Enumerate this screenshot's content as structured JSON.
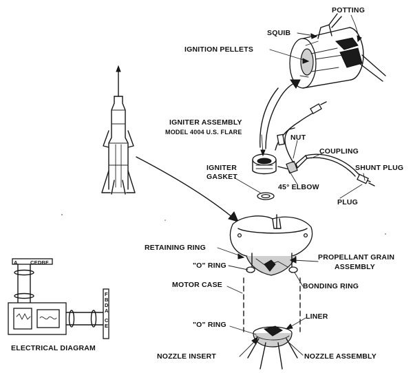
{
  "labels": {
    "potting": "POTTING",
    "squib": "SQUIB",
    "ignition_pellets": "IGNITION PELLETS",
    "igniter_assembly": "IGNITER ASSEMBLY",
    "igniter_model": "MODEL 4004 U.S. FLARE",
    "nut": "NUT",
    "coupling": "COUPLING",
    "igniter_gasket_1": "IGNITER",
    "igniter_gasket_2": "GASKET",
    "elbow": "45° ELBOW",
    "shunt_plug": "SHUNT PLUG",
    "plug": "PLUG",
    "retaining_ring": "RETAINING RING",
    "o_ring_top": "\"O\" RING",
    "propellant_1": "PROPELLANT GRAIN",
    "propellant_2": "ASSEMBLY",
    "motor_case": "MOTOR CASE",
    "bonding_ring": "BONDING RING",
    "liner": "LINER",
    "o_ring_bottom": "\"O\" RING",
    "nozzle_insert": "NOZZLE INSERT",
    "nozzle_assembly": "NOZZLE ASSEMBLY",
    "electrical_diagram": "ELECTRICAL DIAGRAM"
  },
  "pins": {
    "top_a": "A",
    "top_group": "CEDBF",
    "side_group_1": "FBDA",
    "side_group_2": "CE"
  }
}
